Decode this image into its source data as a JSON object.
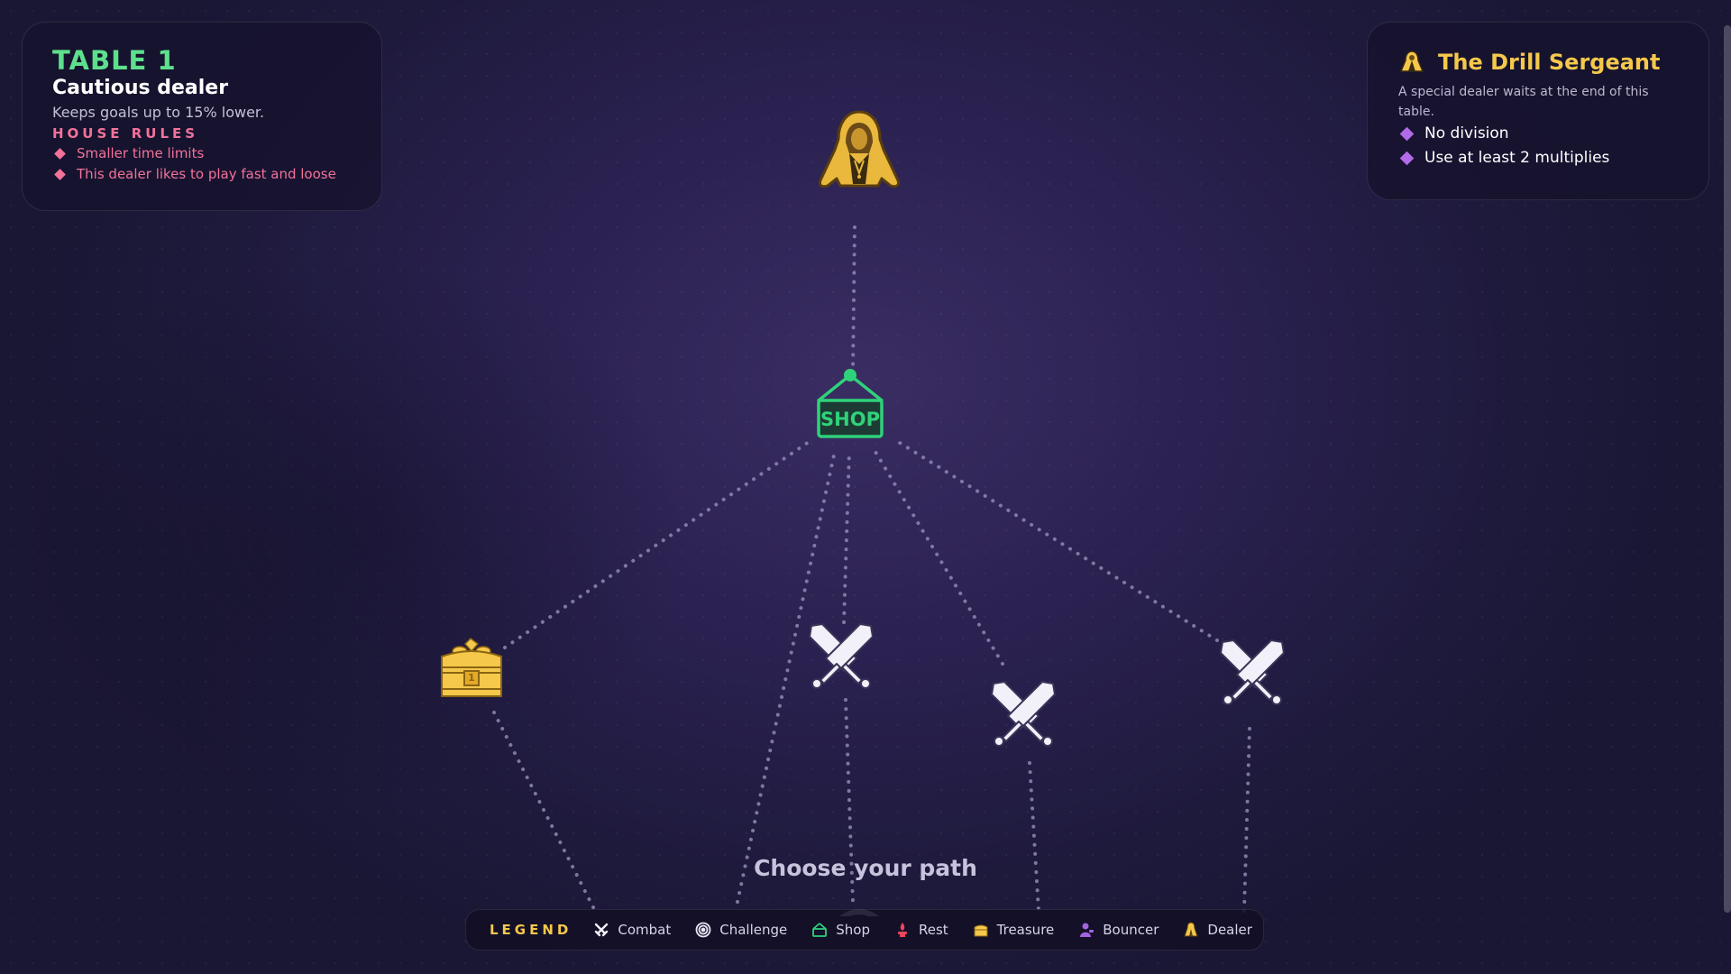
{
  "table": {
    "title": "TABLE 1",
    "dealer_name": "Cautious dealer",
    "dealer_desc": "Keeps goals up to 15% lower.",
    "rules_heading": "HOUSE RULES",
    "rules": [
      "Smaller time limits",
      "This dealer likes to play fast and loose"
    ]
  },
  "boss": {
    "title": "The Drill Sergeant",
    "desc": "A special dealer waits at the end of this table.",
    "rules": [
      "No division",
      "Use at least 2 multiplies"
    ]
  },
  "map": {
    "shop_label": "SHOP",
    "chest_label": "1",
    "choose_text": "Choose your path"
  },
  "legend": {
    "title": "LEGEND",
    "items": [
      {
        "label": "Combat",
        "icon": "swords-icon"
      },
      {
        "label": "Challenge",
        "icon": "target-icon"
      },
      {
        "label": "Shop",
        "icon": "shop-icon"
      },
      {
        "label": "Rest",
        "icon": "rest-icon"
      },
      {
        "label": "Treasure",
        "icon": "treasure-icon"
      },
      {
        "label": "Bouncer",
        "icon": "bouncer-icon"
      },
      {
        "label": "Dealer",
        "icon": "dealer-icon"
      }
    ]
  },
  "colors": {
    "table_title": "#5de08c",
    "house_rules": "#f2729a",
    "boss_title": "#f5c84c",
    "shop": "#2fd27a",
    "treasure": "#f5c84c",
    "boss_rule_diamond": "#b26be8"
  }
}
